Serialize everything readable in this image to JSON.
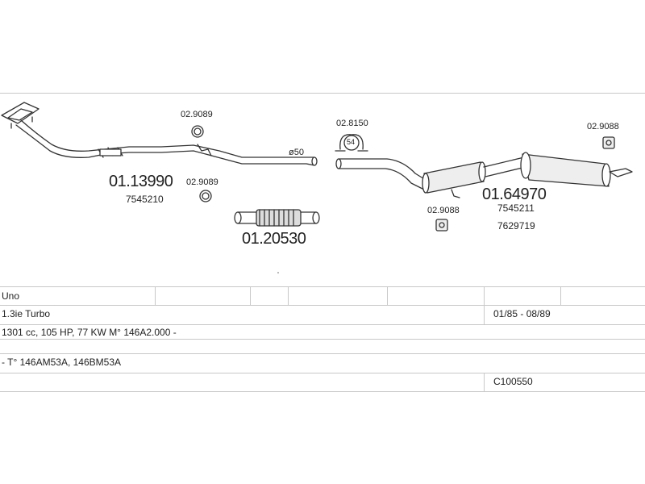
{
  "diagram": {
    "parts": [
      {
        "code": "02.9089",
        "role": "gasket-top"
      },
      {
        "code": "01.13990",
        "oe": "7545210"
      },
      {
        "code": "02.9089",
        "role": "gasket-bottom"
      },
      {
        "code": "01.20530"
      },
      {
        "code": "02.8150",
        "badge": "54"
      },
      {
        "code": "02.9088",
        "role": "rubber-right"
      },
      {
        "code": "01.64970",
        "oe": [
          "7545211",
          "7629719"
        ]
      },
      {
        "code": "02.9088",
        "role": "rubber-mid"
      }
    ],
    "diameter_label": "ø50"
  },
  "table": {
    "model": "Uno",
    "engine": "1.3ie Turbo",
    "dates": "01/85 - 08/89",
    "specs": "1301 cc, 105 HP, 77 KW M° 146A2.000 -",
    "type_codes": "- T° 146AM53A, 146BM53A",
    "catalog_code": "C100550"
  }
}
